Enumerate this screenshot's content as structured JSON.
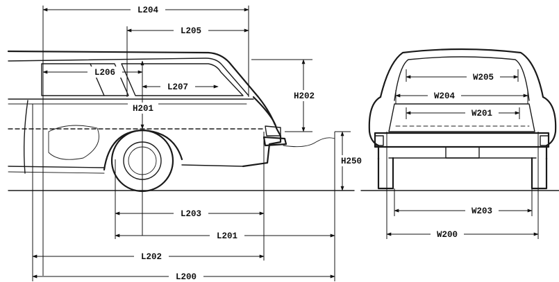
{
  "dimensions": {
    "side_view": {
      "L204": "L204",
      "L205": "L205",
      "L206": "L206",
      "L207": "L207",
      "H201": "H201",
      "H202": "H202",
      "H250": "H250",
      "L203": "L203",
      "L201": "L201",
      "L202": "L202",
      "L200": "L200"
    },
    "rear_view": {
      "W205": "W205",
      "W204": "W204",
      "W201": "W201",
      "W203": "W203",
      "W200": "W200"
    }
  }
}
